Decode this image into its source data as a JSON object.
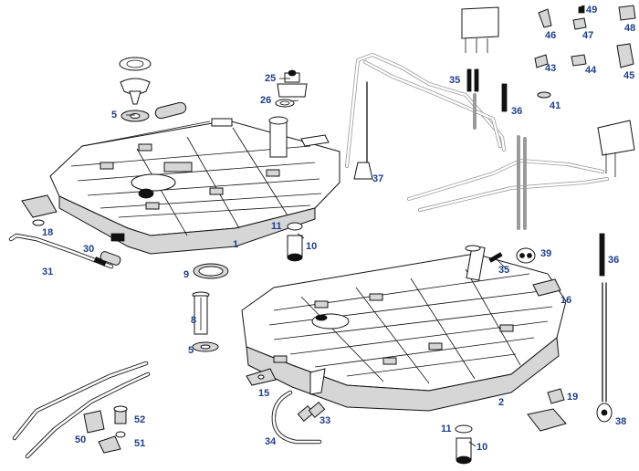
{
  "diagram": {
    "callouts": [
      {
        "id": "c1",
        "text": "1"
      },
      {
        "id": "c2",
        "text": "2"
      },
      {
        "id": "c5a",
        "text": "5"
      },
      {
        "id": "c5b",
        "text": "5"
      },
      {
        "id": "c8",
        "text": "8"
      },
      {
        "id": "c9",
        "text": "9"
      },
      {
        "id": "c10a",
        "text": "10"
      },
      {
        "id": "c10b",
        "text": "10"
      },
      {
        "id": "c11a",
        "text": "11"
      },
      {
        "id": "c11b",
        "text": "11"
      },
      {
        "id": "c15",
        "text": "15"
      },
      {
        "id": "c16",
        "text": "16"
      },
      {
        "id": "c18",
        "text": "18"
      },
      {
        "id": "c19",
        "text": "19"
      },
      {
        "id": "c25",
        "text": "25"
      },
      {
        "id": "c26",
        "text": "26"
      },
      {
        "id": "c30",
        "text": "30"
      },
      {
        "id": "c31",
        "text": "31"
      },
      {
        "id": "c33",
        "text": "33"
      },
      {
        "id": "c34",
        "text": "34"
      },
      {
        "id": "c35a",
        "text": "35"
      },
      {
        "id": "c35b",
        "text": "35"
      },
      {
        "id": "c36a",
        "text": "36"
      },
      {
        "id": "c36b",
        "text": "36"
      },
      {
        "id": "c37",
        "text": "37"
      },
      {
        "id": "c38",
        "text": "38"
      },
      {
        "id": "c39",
        "text": "39"
      },
      {
        "id": "c41",
        "text": "41"
      },
      {
        "id": "c43",
        "text": "43"
      },
      {
        "id": "c44",
        "text": "44"
      },
      {
        "id": "c45",
        "text": "45"
      },
      {
        "id": "c46",
        "text": "46"
      },
      {
        "id": "c47",
        "text": "47"
      },
      {
        "id": "c48",
        "text": "48"
      },
      {
        "id": "c49",
        "text": "49"
      },
      {
        "id": "c50",
        "text": "50"
      },
      {
        "id": "c51",
        "text": "51"
      },
      {
        "id": "c52",
        "text": "52"
      }
    ],
    "colors": {
      "label": "#1f3e8a",
      "line": "#111111",
      "background": "#ffffff"
    }
  }
}
